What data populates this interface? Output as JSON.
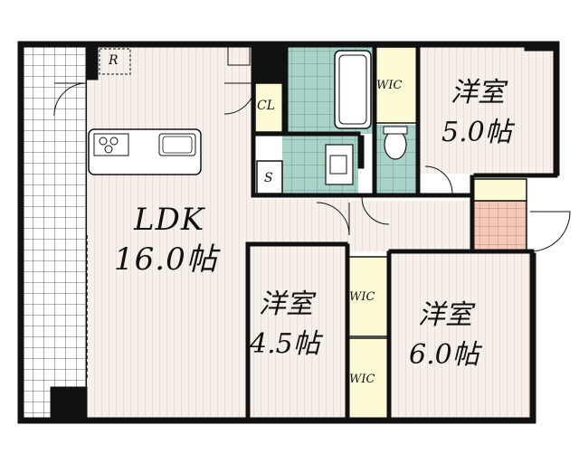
{
  "rooms": {
    "ldk": {
      "name": "LDK",
      "size": "16.0帖"
    },
    "bedroom_a": {
      "name": "洋室",
      "size": "5.0帖"
    },
    "bedroom_b": {
      "name": "洋室",
      "size": "4.5帖"
    },
    "bedroom_c": {
      "name": "洋室",
      "size": "6.0帖"
    }
  },
  "closets": {
    "wic_top": "WIC",
    "wic_mid": "WIC",
    "wic_bottom": "WIC",
    "cl": "CL",
    "shoe": "S",
    "refrigerator": "R"
  },
  "colors": {
    "wall": "#111111",
    "floor": "#f6f0ea",
    "floor_line": "#e6c3c3",
    "tile": "#a9d2c8",
    "wic": "#fdfbd5",
    "entry": "#f3c9b8",
    "balcony": "#ffffff"
  }
}
